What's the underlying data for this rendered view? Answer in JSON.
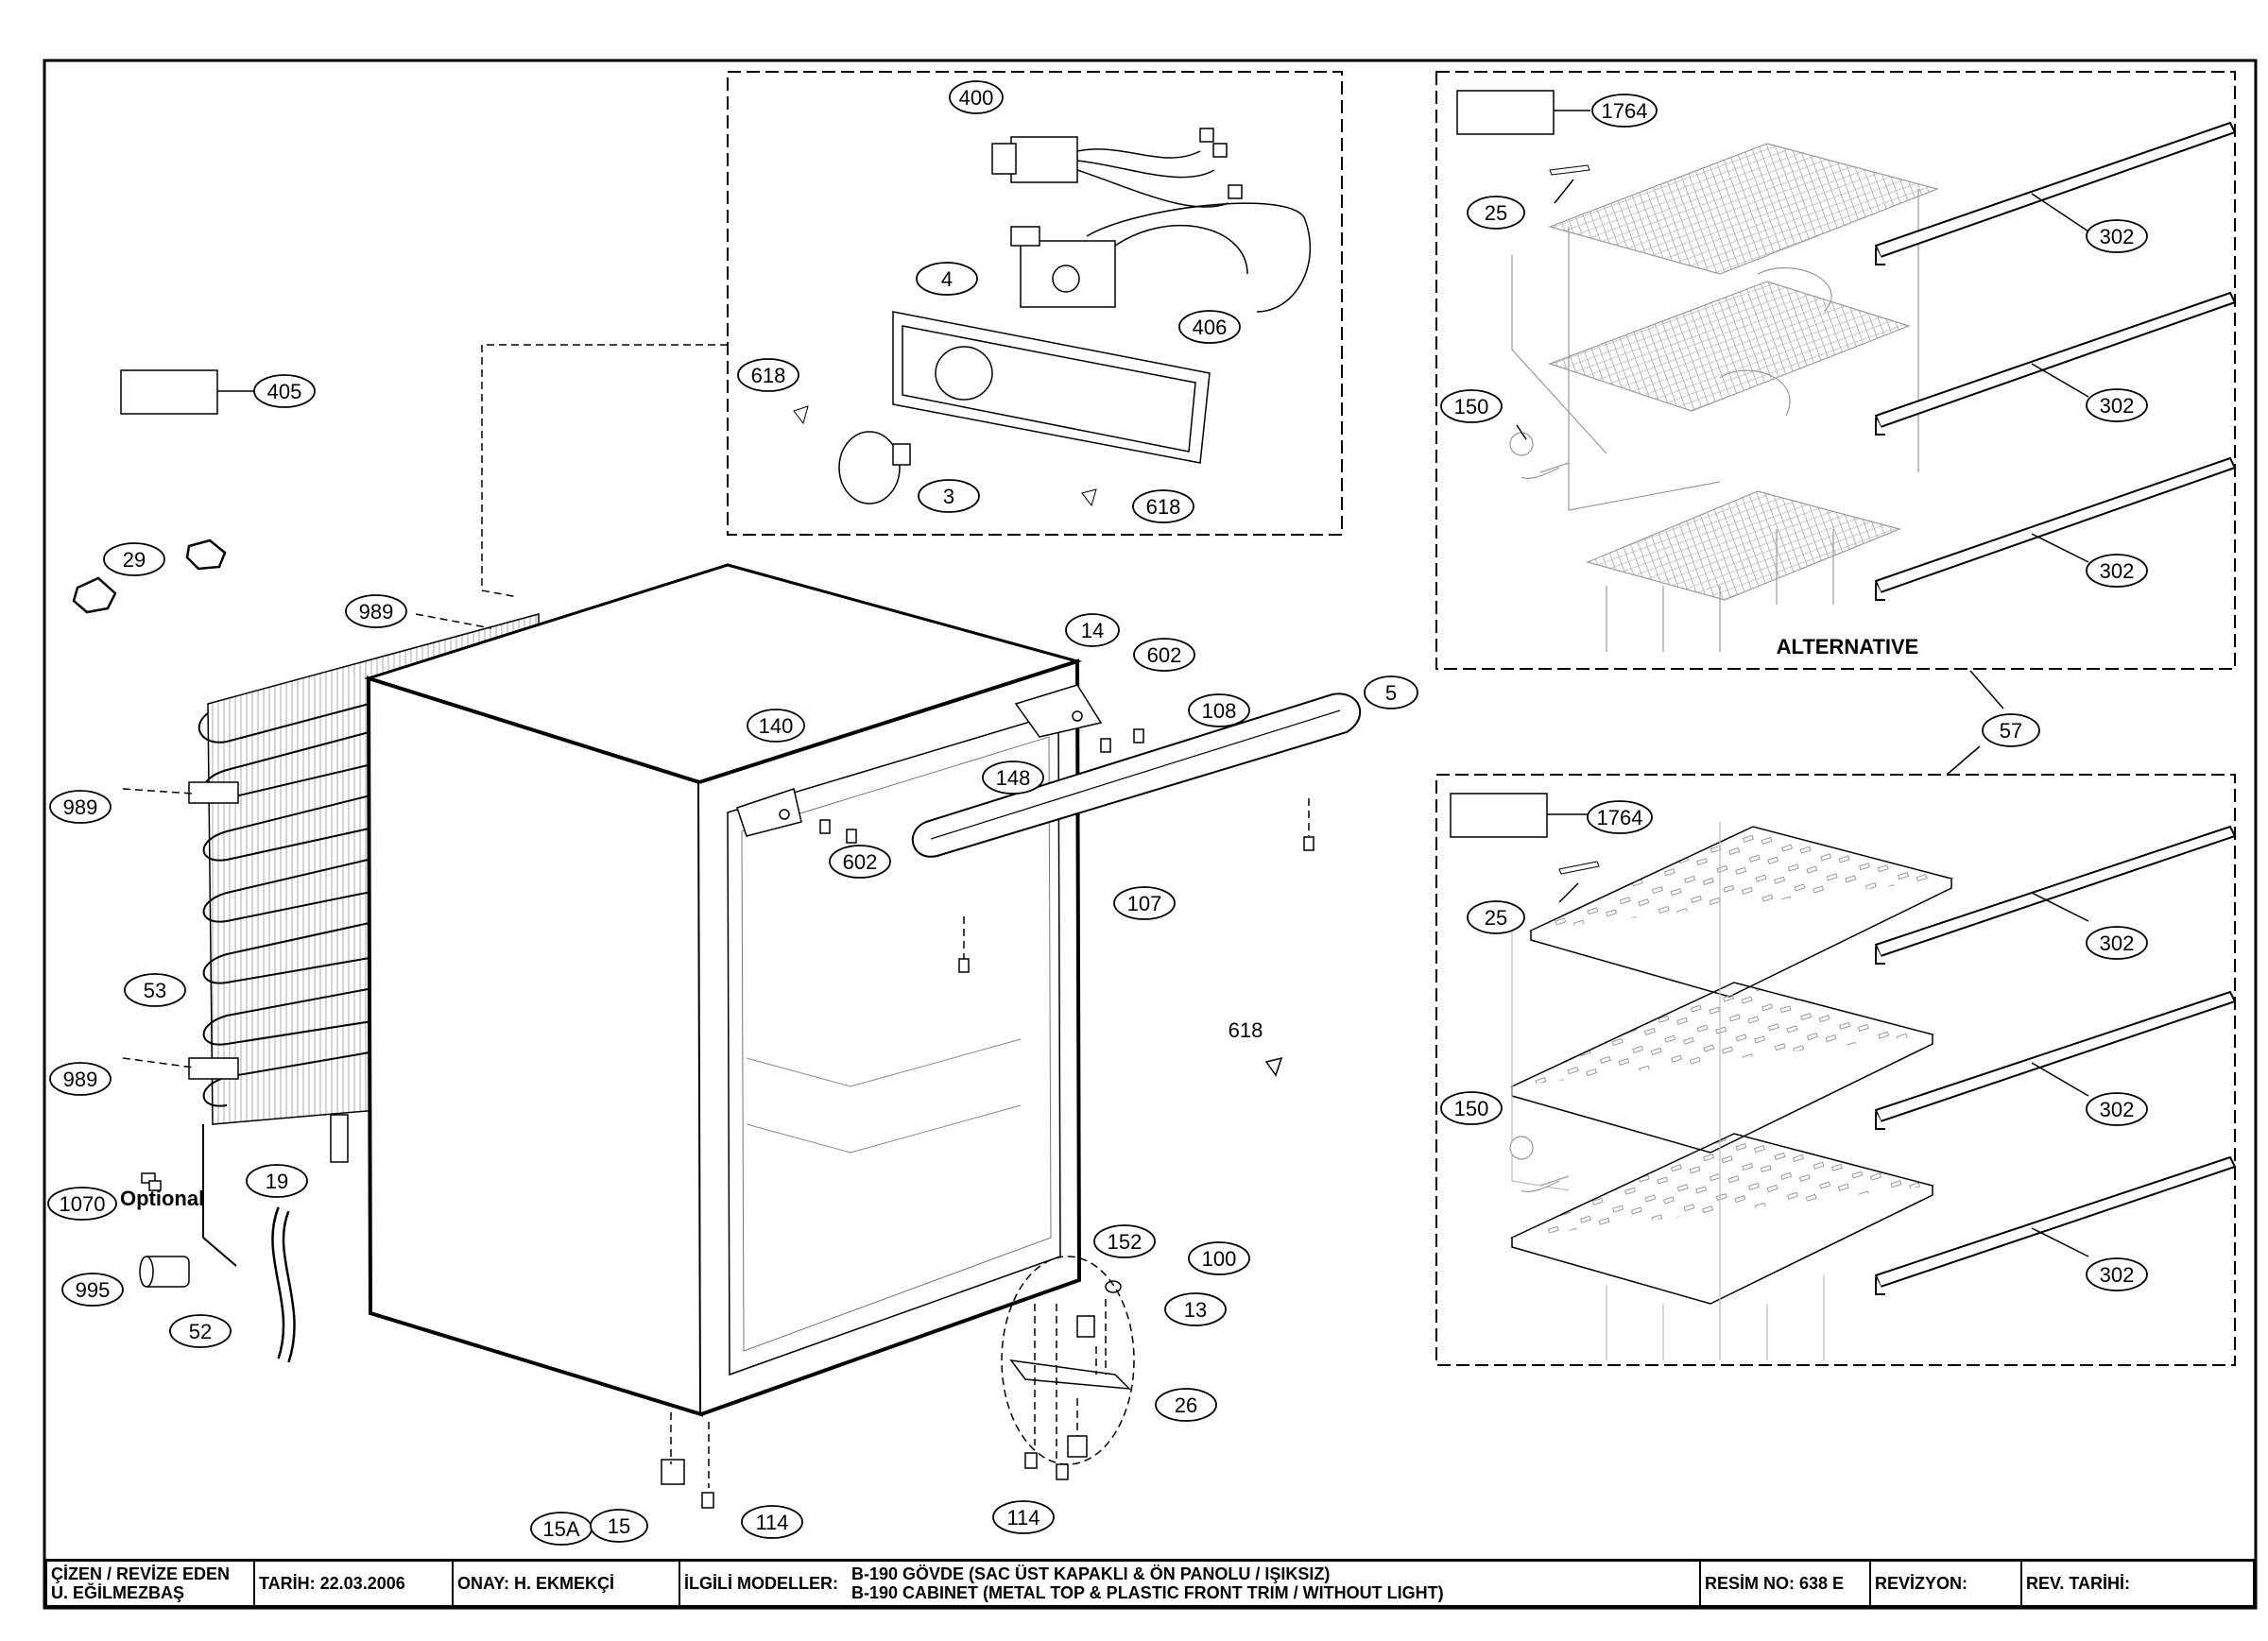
{
  "callouts": {
    "c400": "400",
    "c4": "4",
    "c406": "406",
    "c618a": "618",
    "c3": "3",
    "c618b": "618",
    "c405": "405",
    "c29": "29",
    "c989a": "989",
    "c989b": "989",
    "c989c": "989",
    "c140": "140",
    "c14": "14",
    "c602a": "602",
    "c108": "108",
    "c5": "5",
    "c148": "148",
    "c602b": "602",
    "c107": "107",
    "c53": "53",
    "c618c": "618",
    "c19": "19",
    "c1070": "1070",
    "c995": "995",
    "c52": "52",
    "c152": "152",
    "c100": "100",
    "c13": "13",
    "c26": "26",
    "c15a": "15A",
    "c15": "15",
    "c114a": "114",
    "c114b": "114",
    "c1764a": "1764",
    "c25a": "25",
    "c302a": "302",
    "c302b": "302",
    "c302c": "302",
    "c150a": "150",
    "c57": "57",
    "c1764b": "1764",
    "c25b": "25",
    "c302d": "302",
    "c302e": "302",
    "c302f": "302",
    "c150b": "150"
  },
  "notes": {
    "optional": "Optional",
    "alternative": "ALTERNATIVE"
  },
  "title_block": {
    "drawn_label": "ÇİZEN / REVİZE EDEN",
    "drawn_name": "U. EĞİLMEZBAŞ",
    "date": "TARİH: 22.03.2006",
    "approval": "ONAY: H. EKMEKÇİ",
    "models_label": "İLGİLİ MODELLER:",
    "model_tr": "B-190  GÖVDE (SAC ÜST KAPAKLI & ÖN PANOLU / IŞIKSIZ)",
    "model_en": "B-190 CABINET (METAL TOP & PLASTIC FRONT TRIM / WITHOUT LIGHT)",
    "drawing_no": "RESİM NO: 638 E",
    "revision": "REVİZYON:",
    "revision_date": "REV. TARİHİ:"
  }
}
